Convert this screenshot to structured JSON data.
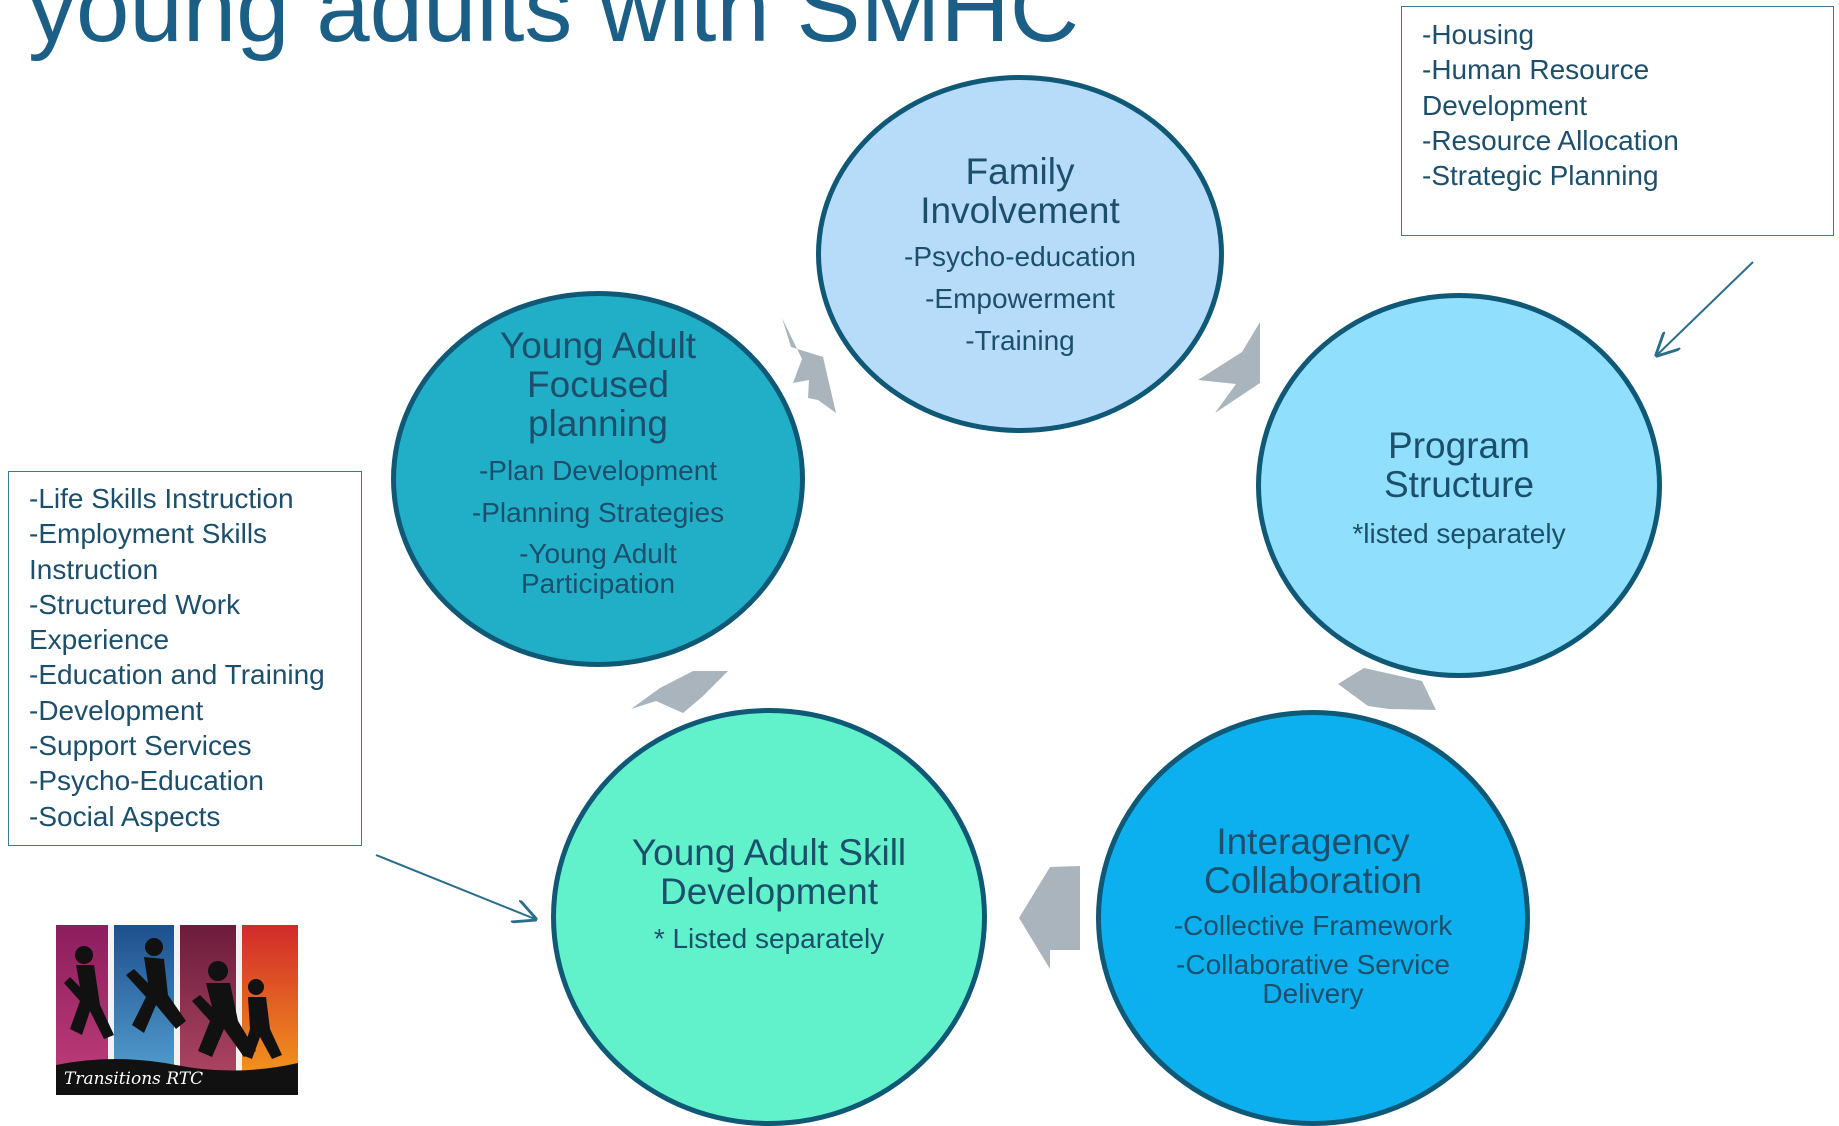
{
  "title": "young adults with SMHC",
  "nodes": [
    {
      "id": "family",
      "heading": [
        "Family",
        "Involvement"
      ],
      "items": [
        "-Psycho-education",
        "-Empowerment",
        "-Training"
      ],
      "fill": "#b7dcfa"
    },
    {
      "id": "program",
      "heading": [
        "Program",
        "Structure"
      ],
      "items": [
        "*listed separately"
      ],
      "fill": "#8fdffd"
    },
    {
      "id": "interagency",
      "heading": [
        "Interagency",
        "Collaboration"
      ],
      "items": [
        "-Collective Framework",
        "-Collaborative Service Delivery"
      ],
      "fill": "#0db0ef"
    },
    {
      "id": "skill",
      "heading": [
        "Young Adult Skill",
        "Development"
      ],
      "items": [
        "* Listed separately"
      ],
      "fill": "#62f2cb"
    },
    {
      "id": "planning",
      "heading": [
        "Young Adult",
        "Focused",
        "planning"
      ],
      "items": [
        "-Plan Development",
        "-Planning Strategies",
        "-Young Adult Participation"
      ],
      "fill": "#21afc8"
    }
  ],
  "notes": {
    "top_right": [
      "-Housing",
      "-Human Resource Development",
      "-Resource Allocation",
      "-Strategic Planning"
    ],
    "left": [
      "-Life Skills Instruction",
      "-Employment Skills Instruction",
      "-Structured Work Experience",
      "-Education and Training",
      "-Development",
      "-Support Services",
      "-Psycho-Education",
      "-Social Aspects"
    ]
  },
  "logo": {
    "caption": "Transitions RTC"
  },
  "colors": {
    "arrow": "#a9b4bc",
    "outline": "#0f5876",
    "title": "#1b5f86",
    "text": "#1c4f6b",
    "pointer": "#2a6e8c"
  }
}
